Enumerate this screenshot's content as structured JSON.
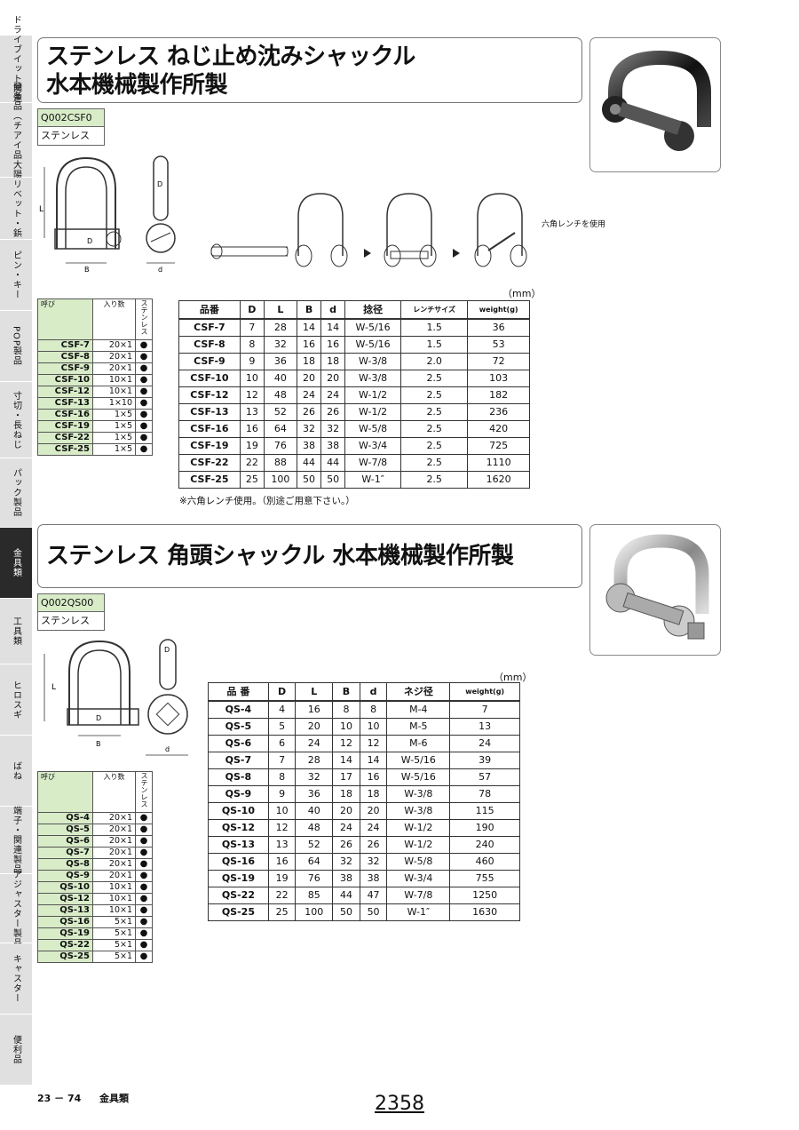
{
  "side_tabs": [
    {
      "label": "ドライブイット関連製品",
      "active": false
    },
    {
      "label": "発条品（チアイ品大陽品）",
      "active": false
    },
    {
      "label": "リベット・鋲",
      "active": false
    },
    {
      "label": "ピン・キー",
      "active": false
    },
    {
      "label": "POP製品",
      "active": false
    },
    {
      "label": "寸切・長ねじ",
      "active": false
    },
    {
      "label": "パック製品",
      "active": false
    },
    {
      "label": "金具類",
      "active": true
    },
    {
      "label": "工具類",
      "active": false
    },
    {
      "label": "ヒロスギ",
      "active": false
    },
    {
      "label": "ばね",
      "active": false
    },
    {
      "label": "端子・関連製品",
      "active": false
    },
    {
      "label": "アジャスター製品",
      "active": false
    },
    {
      "label": "キャスター",
      "active": false
    },
    {
      "label": "便利品",
      "active": false
    }
  ],
  "sections": [
    {
      "title_line1": "ステンレス ねじ止め沈みシャックル",
      "title_line2": "水本機械製作所製",
      "code": "Q002CSF0",
      "material": "ステンレス",
      "wrench_note": "六角レンチを使用",
      "unit": "（mm）",
      "pack_headers": {
        "name": "呼び",
        "qty": "入り数",
        "mat": "ステンレス"
      },
      "pack_rows": [
        {
          "name": "CSF-7",
          "qty": "20×1",
          "mark": "●"
        },
        {
          "name": "CSF-8",
          "qty": "20×1",
          "mark": "●"
        },
        {
          "name": "CSF-9",
          "qty": "20×1",
          "mark": "●"
        },
        {
          "name": "CSF-10",
          "qty": "10×1",
          "mark": "●"
        },
        {
          "name": "CSF-12",
          "qty": "10×1",
          "mark": "●"
        },
        {
          "name": "CSF-13",
          "qty": "1×10",
          "mark": "●"
        },
        {
          "name": "CSF-16",
          "qty": "1×5",
          "mark": "●"
        },
        {
          "name": "CSF-19",
          "qty": "1×5",
          "mark": "●"
        },
        {
          "name": "CSF-22",
          "qty": "1×5",
          "mark": "●"
        },
        {
          "name": "CSF-25",
          "qty": "1×5",
          "mark": "●"
        }
      ],
      "spec_headers": [
        "品番",
        "D",
        "L",
        "B",
        "d",
        "捻径",
        "レンチサイズ",
        "weight(g)"
      ],
      "spec_rows": [
        [
          "CSF-7",
          "7",
          "28",
          "14",
          "14",
          "W-5/16",
          "1.5",
          "36"
        ],
        [
          "CSF-8",
          "8",
          "32",
          "16",
          "16",
          "W-5/16",
          "1.5",
          "53"
        ],
        [
          "CSF-9",
          "9",
          "36",
          "18",
          "18",
          "W-3/8",
          "2.0",
          "72"
        ],
        [
          "CSF-10",
          "10",
          "40",
          "20",
          "20",
          "W-3/8",
          "2.5",
          "103"
        ],
        [
          "CSF-12",
          "12",
          "48",
          "24",
          "24",
          "W-1/2",
          "2.5",
          "182"
        ],
        [
          "CSF-13",
          "13",
          "52",
          "26",
          "26",
          "W-1/2",
          "2.5",
          "236"
        ],
        [
          "CSF-16",
          "16",
          "64",
          "32",
          "32",
          "W-5/8",
          "2.5",
          "420"
        ],
        [
          "CSF-19",
          "19",
          "76",
          "38",
          "38",
          "W-3/4",
          "2.5",
          "725"
        ],
        [
          "CSF-22",
          "22",
          "88",
          "44",
          "44",
          "W-7/8",
          "2.5",
          "1110"
        ],
        [
          "CSF-25",
          "25",
          "100",
          "50",
          "50",
          "W-1″",
          "2.5",
          "1620"
        ]
      ],
      "footnote": "※六角レンチ使用。（別途ご用意下さい。）"
    },
    {
      "title_line1": "ステンレス 角頭シャックル 水本機械製作所製",
      "code": "Q002QS00",
      "material": "ステンレス",
      "unit": "（mm）",
      "pack_headers": {
        "name": "呼び",
        "qty": "入り数",
        "mat": "ステンレス"
      },
      "pack_rows": [
        {
          "name": "QS-4",
          "qty": "20×1",
          "mark": "●"
        },
        {
          "name": "QS-5",
          "qty": "20×1",
          "mark": "●"
        },
        {
          "name": "QS-6",
          "qty": "20×1",
          "mark": "●"
        },
        {
          "name": "QS-7",
          "qty": "20×1",
          "mark": "●"
        },
        {
          "name": "QS-8",
          "qty": "20×1",
          "mark": "●"
        },
        {
          "name": "QS-9",
          "qty": "20×1",
          "mark": "●"
        },
        {
          "name": "QS-10",
          "qty": "10×1",
          "mark": "●"
        },
        {
          "name": "QS-12",
          "qty": "10×1",
          "mark": "●"
        },
        {
          "name": "QS-13",
          "qty": "10×1",
          "mark": "●"
        },
        {
          "name": "QS-16",
          "qty": "5×1",
          "mark": "●"
        },
        {
          "name": "QS-19",
          "qty": "5×1",
          "mark": "●"
        },
        {
          "name": "QS-22",
          "qty": "5×1",
          "mark": "●"
        },
        {
          "name": "QS-25",
          "qty": "5×1",
          "mark": "●"
        }
      ],
      "spec_headers": [
        "品 番",
        "D",
        "L",
        "B",
        "d",
        "ネジ径",
        "weight(g)"
      ],
      "spec_rows": [
        [
          "QS-4",
          "4",
          "16",
          "8",
          "8",
          "M-4",
          "7"
        ],
        [
          "QS-5",
          "5",
          "20",
          "10",
          "10",
          "M-5",
          "13"
        ],
        [
          "QS-6",
          "6",
          "24",
          "12",
          "12",
          "M-6",
          "24"
        ],
        [
          "QS-7",
          "7",
          "28",
          "14",
          "14",
          "W-5/16",
          "39"
        ],
        [
          "QS-8",
          "8",
          "32",
          "17",
          "16",
          "W-5/16",
          "57"
        ],
        [
          "QS-9",
          "9",
          "36",
          "18",
          "18",
          "W-3/8",
          "78"
        ],
        [
          "QS-10",
          "10",
          "40",
          "20",
          "20",
          "W-3/8",
          "115"
        ],
        [
          "QS-12",
          "12",
          "48",
          "24",
          "24",
          "W-1/2",
          "190"
        ],
        [
          "QS-13",
          "13",
          "52",
          "26",
          "26",
          "W-1/2",
          "240"
        ],
        [
          "QS-16",
          "16",
          "64",
          "32",
          "32",
          "W-5/8",
          "460"
        ],
        [
          "QS-19",
          "19",
          "76",
          "38",
          "38",
          "W-3/4",
          "755"
        ],
        [
          "QS-22",
          "22",
          "85",
          "44",
          "47",
          "W-7/8",
          "1250"
        ],
        [
          "QS-25",
          "25",
          "100",
          "50",
          "50",
          "W-1″",
          "1630"
        ]
      ]
    }
  ],
  "diagram_labels": {
    "L": "L",
    "D": "D",
    "B": "B",
    "d": "d"
  },
  "footer": {
    "page_range": "23 － 74",
    "category": "金具類",
    "page_number": "2358"
  }
}
